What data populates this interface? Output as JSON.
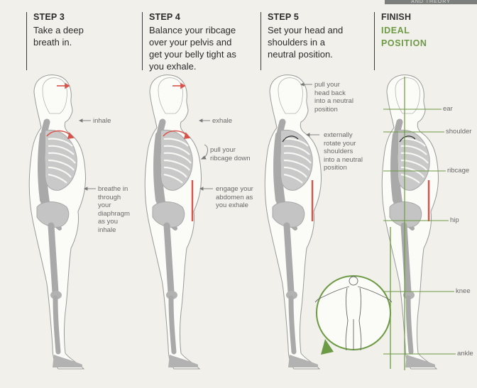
{
  "header": {
    "corner_text": "AND THEORY"
  },
  "steps": [
    {
      "id": "step3",
      "label": "STEP 3",
      "text": "Take a deep\nbreath in."
    },
    {
      "id": "step4",
      "label": "STEP 4",
      "text": "Balance your ribcage\nover your pelvis and\nget your belly tight as\nyou exhale."
    },
    {
      "id": "step5",
      "label": "STEP 5",
      "text": "Set your head and\nshoulders in a\nneutral position."
    },
    {
      "id": "finish",
      "label": "FINISH",
      "text": "IDEAL\nPOSITION"
    }
  ],
  "annotations": {
    "inhale": "inhale",
    "breathe": "breathe in\nthrough\nyour\ndiaphragm\nas you\ninhale",
    "exhale": "exhale",
    "pull_ribcage": "pull your\nribcage down",
    "engage": "engage your\nabdomen as\nyou exhale",
    "pull_head": "pull your\nhead back\ninto a neutral\nposition",
    "rotate": "externally\nrotate your\nshoulders\ninto a neutral\nposition"
  },
  "landmarks": [
    "ear",
    "shoulder",
    "ribcage",
    "hip",
    "knee",
    "ankle"
  ],
  "colors": {
    "accent_red": "#d8534a",
    "green": "#6d9a45",
    "bone": "#a9a9a9",
    "outline": "#9a9a9a"
  }
}
